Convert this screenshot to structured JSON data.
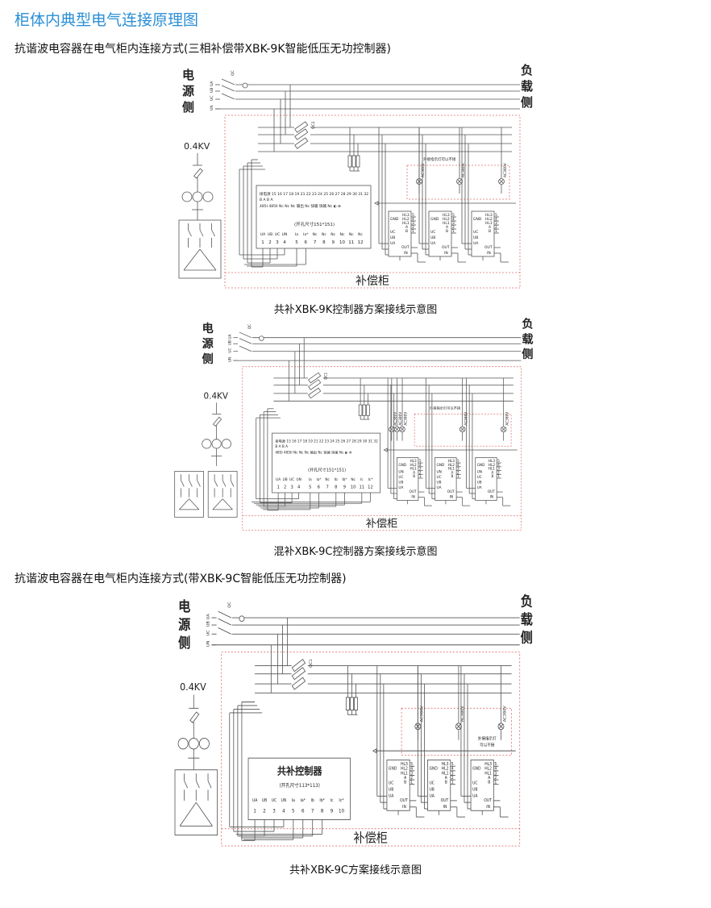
{
  "page_title": "柜体内典型电气连接原理图",
  "section1_title": "抗谐波电容器在电气柜内连接方式(三相补偿带XBK-9K智能低压无功控制器)",
  "section2_title": "抗谐波电容器在电气柜内连接方式(带XBK-9C智能低压无功控制器)",
  "common": {
    "source_side": [
      "电",
      "源",
      "侧"
    ],
    "load_side": [
      "负",
      "载",
      "侧"
    ],
    "voltage": "0.4KV",
    "phases": [
      "UA",
      "UB",
      "UC",
      "UN"
    ],
    "qc": "QC",
    "qc1": "QC1",
    "cabinet": "补偿柜",
    "lamp_voltage": "AC380V",
    "module": {
      "gnd": "GND",
      "un": "UN",
      "uc": "UC",
      "ub": "UB",
      "ua": "UA",
      "hl": [
        "HL3",
        "HL2",
        "HL1"
      ],
      "a": "A",
      "b": "B",
      "pins": [
        "5",
        "4",
        "3",
        "2",
        "1"
      ],
      "out": "OUT",
      "in": "IN"
    }
  },
  "diagrams": [
    {
      "caption": "共补XBK-9K控制器方案接线示意图",
      "lamp_note": "外接指示灯可以不接",
      "controller": {
        "top_row": "接电源 15 16  17 18 19   21 22 23 24 25 26 27 28 29 30 31 32",
        "mid_row": "B  A   B  A",
        "low_row": "485I  485II Nc Nc Nc  输出 Nc 快输 快输 Nc ◐ ⊗",
        "cutout": "(开孔尺寸151*151)",
        "labels": [
          "UA",
          "UB",
          "UC",
          "UN",
          "Ia",
          "Ia*",
          "Nc",
          "Nc",
          "Nc",
          "Nc",
          "Nc",
          "Nc"
        ],
        "numbers": [
          "1",
          "2",
          "3",
          "4",
          "5",
          "6",
          "7",
          "8",
          "9",
          "10",
          "11",
          "12"
        ]
      }
    },
    {
      "caption": "混补XBK-9C控制器方案接线示意图",
      "lamp_note": "外接指示灯可以不接",
      "controller": {
        "top_row": "接电源 15 16  17 18 19   21 22 23 24 25 26 27 28 29 30 31 32",
        "mid_row": "B  A   B  A",
        "low_row": "485I  485II Nc Nc Nc  输出 Nc 快输 快输 Nc ◐ ⊗",
        "cutout": "(开孔尺寸151*151)",
        "labels": [
          "UA",
          "UB",
          "UC",
          "UN",
          "Ia",
          "Ia*",
          "Nc",
          "Ib",
          "Ib*",
          "Nc",
          "Ic",
          "Ic*"
        ],
        "numbers": [
          "1",
          "2",
          "3",
          "4",
          "5",
          "6",
          "7",
          "8",
          "9",
          "10",
          "11",
          "12"
        ]
      }
    },
    {
      "caption": "共补XBK-9C方案接线示意图",
      "lamp_note": [
        "外接指示灯",
        "可以不接"
      ],
      "controller": {
        "title": "共补控制器",
        "cutout": "(开孔尺寸113*113)",
        "labels": [
          "UA",
          "UB",
          "UC",
          "UN",
          "Ia",
          "Ia*",
          "Ib",
          "Ib*",
          "Ic",
          "Ic*"
        ],
        "numbers": [
          "1",
          "2",
          "3",
          "4",
          "5",
          "6",
          "7",
          "8",
          "9",
          "10"
        ]
      }
    }
  ]
}
